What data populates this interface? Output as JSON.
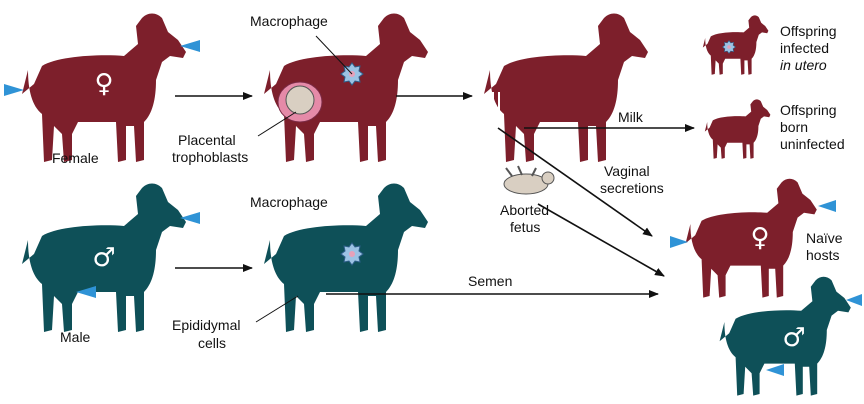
{
  "colors": {
    "female_goat": "#7d1f2b",
    "male_goat": "#0e5058",
    "arrow_marker": "#2f93d6",
    "macrophage": "#9cc3e4",
    "fetus": "#d9cfc2",
    "placenta": "#e58aa8"
  },
  "symbols": {
    "female": "♀",
    "male": "♂"
  },
  "labels": {
    "female": "Female",
    "male": "Male",
    "macrophage_top": "Macrophage",
    "macrophage_bottom": "Macrophage",
    "placental_1": "Placental",
    "placental_2": "trophoblasts",
    "epididymal_1": "Epididymal",
    "epididymal_2": "cells",
    "aborted_1": "Aborted",
    "aborted_2": "fetus",
    "milk": "Milk",
    "vaginal_1": "Vaginal",
    "vaginal_2": "secretions",
    "semen": "Semen",
    "offspring_infected_1": "Offspring",
    "offspring_infected_2": "infected",
    "offspring_infected_3": "in utero",
    "offspring_uninfected_1": "Offspring",
    "offspring_uninfected_2": "born",
    "offspring_uninfected_3": "uninfected",
    "naive_1": "Naïve",
    "naive_2": "hosts"
  }
}
